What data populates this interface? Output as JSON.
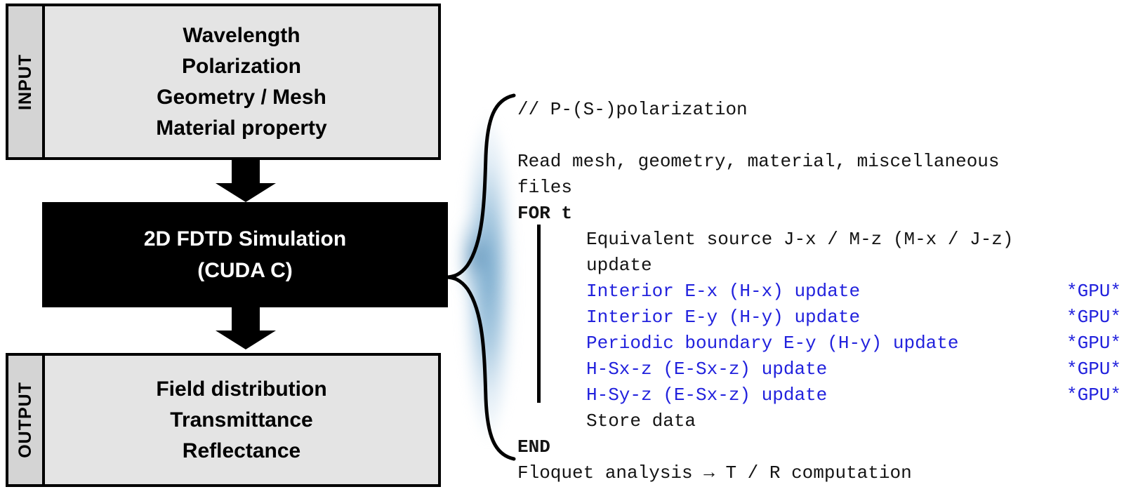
{
  "diagram": {
    "title": "2D FDTD simulation workflow",
    "colors": {
      "panel_fill": "#e4e4e4",
      "band_fill": "#d4d4d4",
      "border": "#000000",
      "sim_fill": "#000000",
      "sim_text": "#ffffff",
      "gpu_accent": "#2222dd",
      "glow": "#78aacd"
    }
  },
  "input_box": {
    "band_label": "INPUT",
    "lines": [
      "Wavelength",
      "Polarization",
      "Geometry / Mesh",
      "Material property"
    ]
  },
  "sim_box": {
    "lines": [
      "2D FDTD Simulation",
      "(CUDA C)"
    ]
  },
  "output_box": {
    "band_label": "OUTPUT",
    "lines": [
      "Field distribution",
      "Transmittance",
      "Reflectance"
    ]
  },
  "arrows": {
    "top": "down-block-arrow",
    "bottom": "down-block-arrow"
  },
  "connector": {
    "shape": "curly-brace",
    "glow": "blue-glow"
  },
  "pseudocode": {
    "rows": [
      {
        "text": "// P-(S-)polarization",
        "tag": "",
        "style": "plain",
        "indent": false
      },
      {
        "text": "",
        "tag": "",
        "style": "blank",
        "indent": false
      },
      {
        "text": "Read mesh, geometry, material, miscellaneous",
        "tag": "",
        "style": "plain",
        "indent": false
      },
      {
        "text": "files",
        "tag": "",
        "style": "plain",
        "indent": false
      },
      {
        "text": "FOR t",
        "tag": "",
        "style": "bold",
        "indent": false
      },
      {
        "text": "Equivalent source J-x / M-z (M-x / J-z)",
        "tag": "",
        "style": "plain",
        "indent": true
      },
      {
        "text": "update",
        "tag": "",
        "style": "plain",
        "indent": true
      },
      {
        "text": "Interior E-x (H-x) update",
        "tag": "*GPU*",
        "style": "gpu",
        "indent": true
      },
      {
        "text": "Interior E-y (H-y) update",
        "tag": "*GPU*",
        "style": "gpu",
        "indent": true
      },
      {
        "text": "Periodic boundary E-y (H-y) update",
        "tag": "*GPU*",
        "style": "gpu",
        "indent": true
      },
      {
        "text": "H-Sx-z (E-Sx-z) update",
        "tag": "*GPU*",
        "style": "gpu",
        "indent": true
      },
      {
        "text": "H-Sy-z (E-Sx-z) update",
        "tag": "*GPU*",
        "style": "gpu",
        "indent": true
      },
      {
        "text": "Store data",
        "tag": "",
        "style": "plain",
        "indent": true
      },
      {
        "text": "END",
        "tag": "",
        "style": "bold",
        "indent": false
      },
      {
        "text": "Floquet analysis → T / R computation",
        "tag": "",
        "style": "plain",
        "indent": false
      }
    ]
  }
}
